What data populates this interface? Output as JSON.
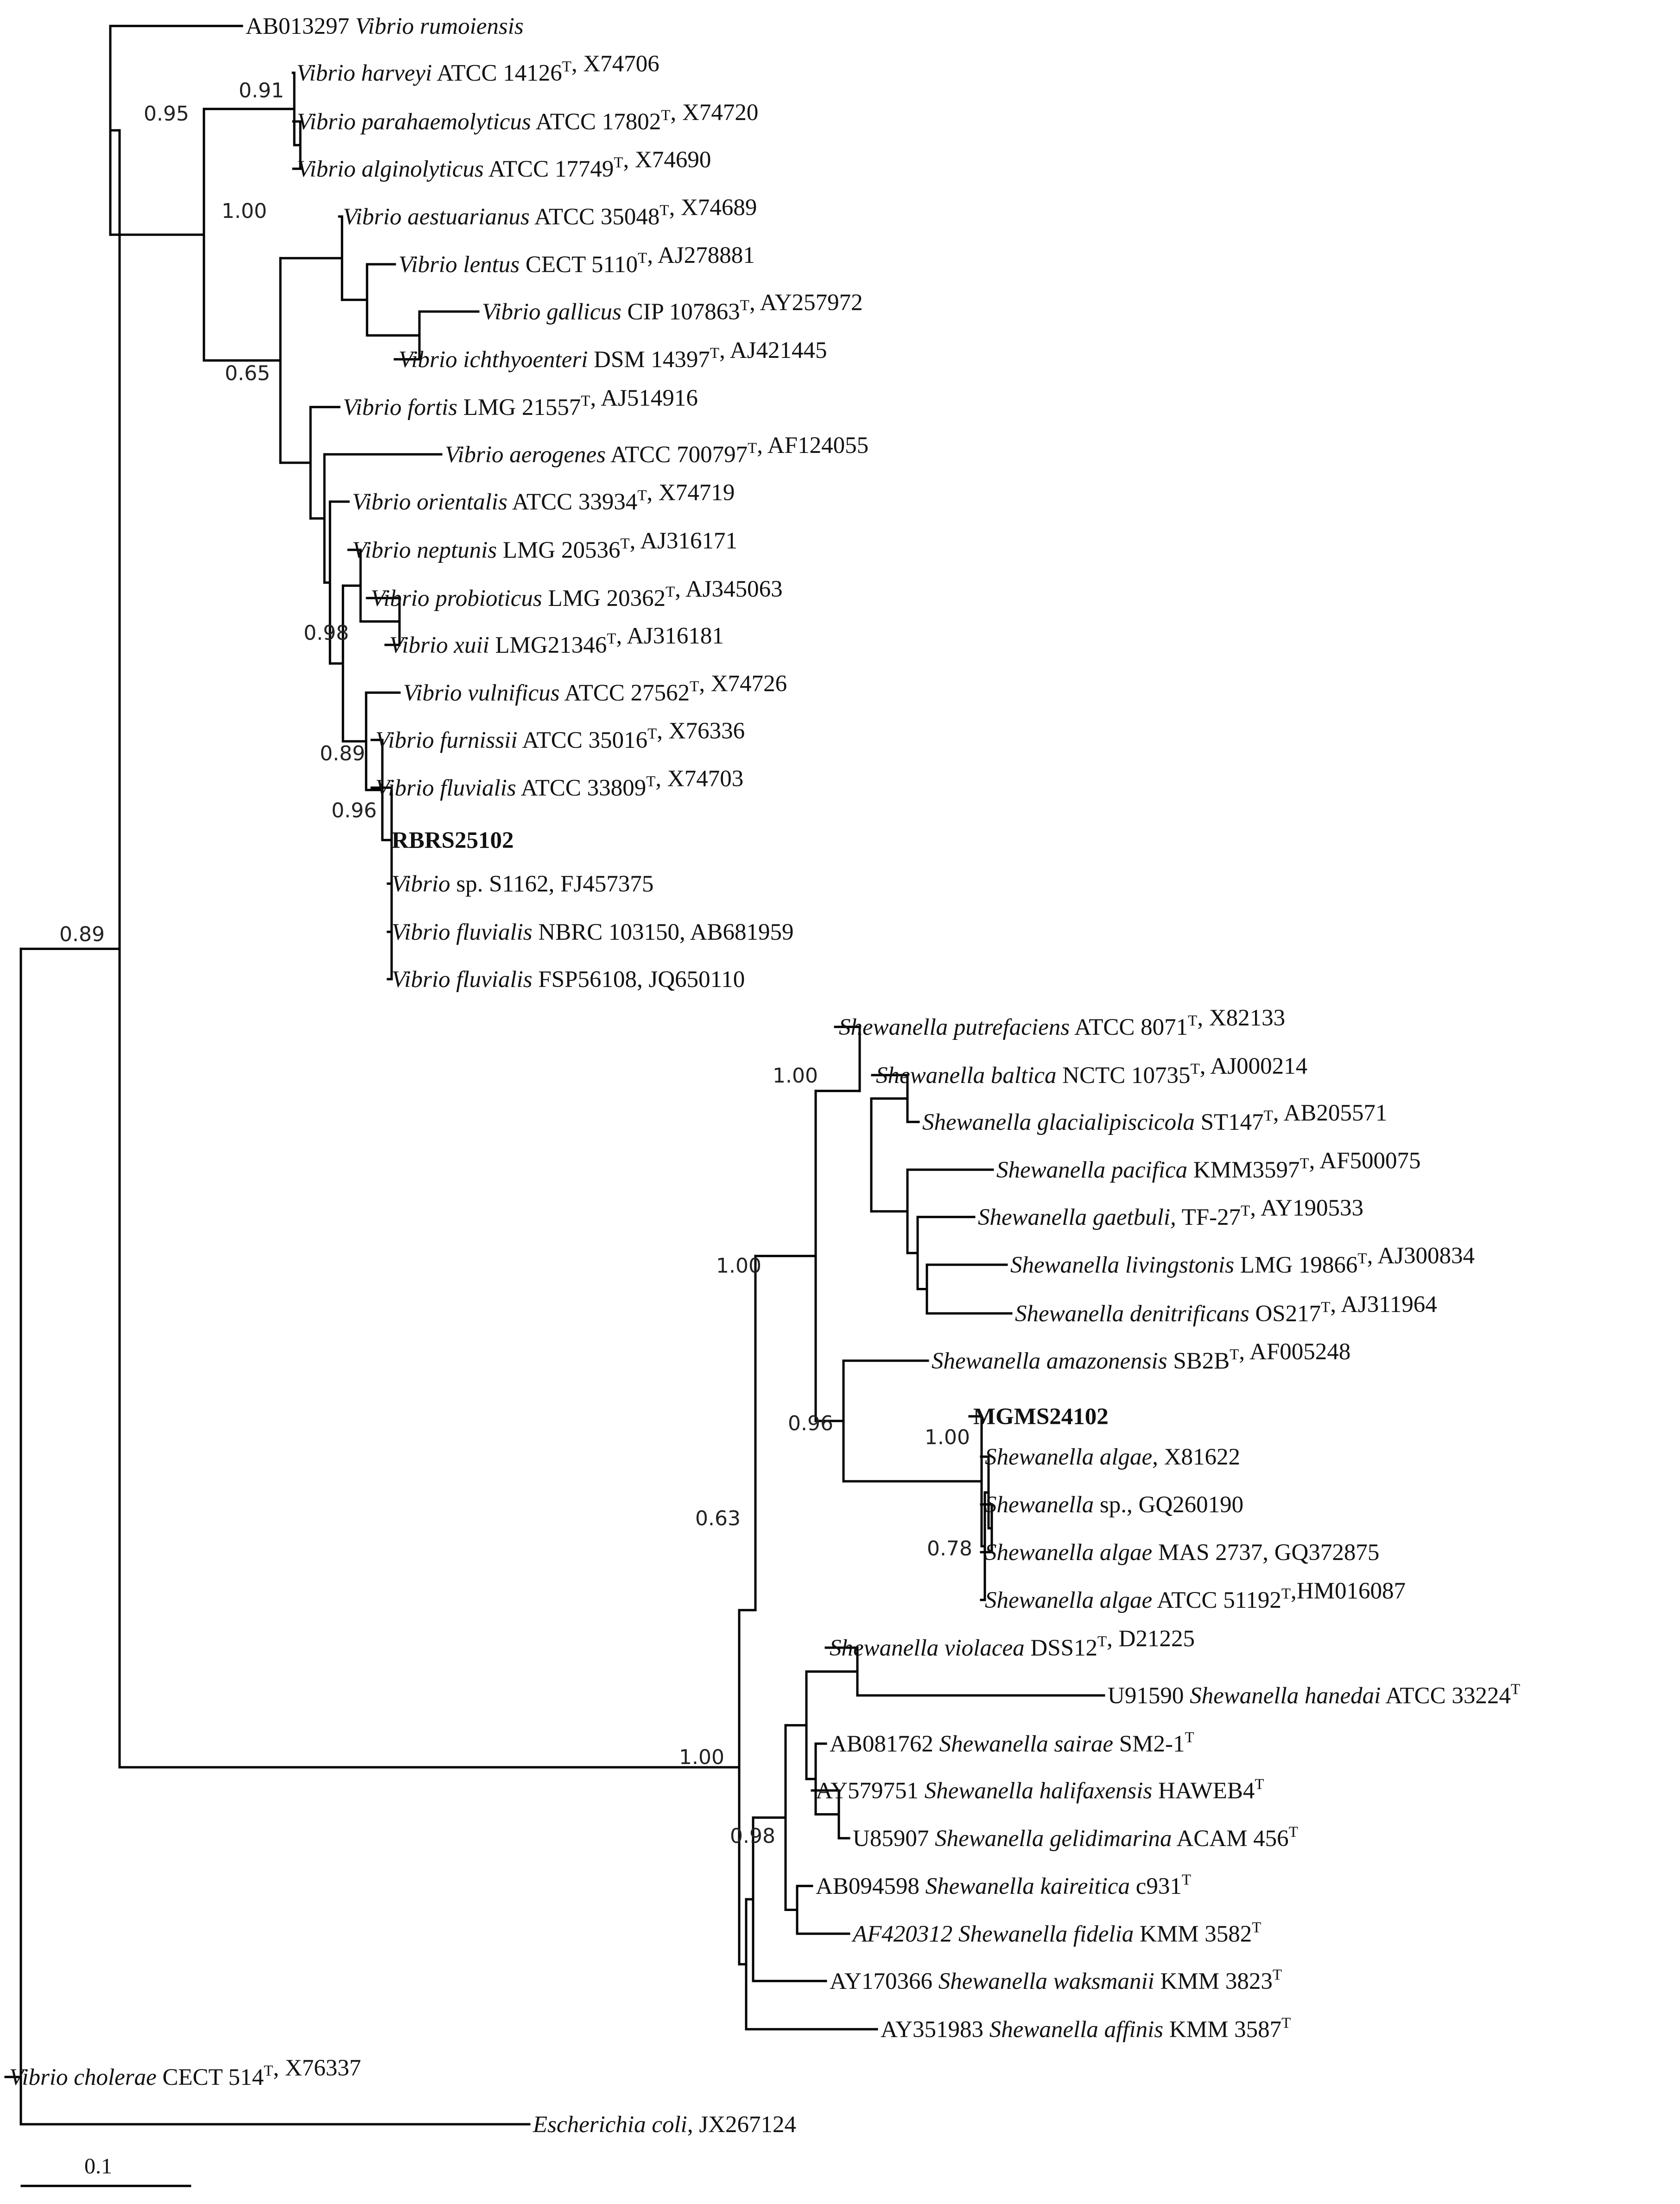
{
  "scale_bar": {
    "label": "0.1"
  },
  "tree": {
    "support": {
      "vibrio": "0.95",
      "harveyi_para": "0.91",
      "core": "1.00",
      "sub": "0.65",
      "prob": "0.98",
      "vuln": "0.89",
      "flu": "0.96",
      "root": "0.89",
      "shew": "1.00",
      "shewA": "0.63",
      "shewB": "1.00",
      "putref": "1.00",
      "amaz": "0.96",
      "algae": "1.00",
      "algaeSp": "0.78",
      "lower": "0.98"
    }
  },
  "leaves": [
    {
      "parts": [
        {
          "t": "AB013297 "
        },
        {
          "t": "Vibrio rumoiensis",
          "i": true
        }
      ]
    },
    {
      "parts": [
        {
          "t": "Vibrio harveyi",
          "i": true
        },
        {
          "t": " ATCC 14126"
        },
        {
          "t": "T",
          "s": true
        },
        {
          "t": ", X74706"
        }
      ]
    },
    {
      "parts": [
        {
          "t": "Vibrio parahaemolyticus",
          "i": true
        },
        {
          "t": " ATCC 17802"
        },
        {
          "t": "T",
          "s": true
        },
        {
          "t": ", X74720"
        }
      ]
    },
    {
      "parts": [
        {
          "t": "Vibrio alginolyticus",
          "i": true
        },
        {
          "t": " ATCC 17749"
        },
        {
          "t": "T",
          "s": true
        },
        {
          "t": ", X74690"
        }
      ]
    },
    {
      "parts": [
        {
          "t": "Vibrio aestuarianus",
          "i": true
        },
        {
          "t": " ATCC 35048"
        },
        {
          "t": "T",
          "s": true
        },
        {
          "t": ", X74689"
        }
      ]
    },
    {
      "parts": [
        {
          "t": "Vibrio lentus",
          "i": true
        },
        {
          "t": " CECT 5110"
        },
        {
          "t": "T",
          "s": true
        },
        {
          "t": ", AJ278881"
        }
      ]
    },
    {
      "parts": [
        {
          "t": "Vibrio gallicus",
          "i": true
        },
        {
          "t": " CIP 107863"
        },
        {
          "t": "T",
          "s": true
        },
        {
          "t": ", AY257972"
        }
      ]
    },
    {
      "parts": [
        {
          "t": "Vibrio ichthyoenteri",
          "i": true
        },
        {
          "t": " DSM 14397"
        },
        {
          "t": "T",
          "s": true
        },
        {
          "t": ", AJ421445"
        }
      ]
    },
    {
      "parts": [
        {
          "t": "Vibrio fortis",
          "i": true
        },
        {
          "t": " LMG 21557"
        },
        {
          "t": "T",
          "s": true
        },
        {
          "t": ", AJ514916"
        }
      ]
    },
    {
      "parts": [
        {
          "t": "Vibrio aerogenes",
          "i": true
        },
        {
          "t": " ATCC 700797"
        },
        {
          "t": "T",
          "s": true
        },
        {
          "t": ", AF124055"
        }
      ]
    },
    {
      "parts": [
        {
          "t": "Vibrio orientalis",
          "i": true
        },
        {
          "t": " ATCC 33934"
        },
        {
          "t": "T",
          "s": true
        },
        {
          "t": ", X74719"
        }
      ]
    },
    {
      "parts": [
        {
          "t": "Vibrio neptunis",
          "i": true
        },
        {
          "t": " LMG 20536"
        },
        {
          "t": "T",
          "s": true
        },
        {
          "t": ", AJ316171"
        }
      ]
    },
    {
      "parts": [
        {
          "t": "Vibrio probioticus",
          "i": true
        },
        {
          "t": " LMG 20362"
        },
        {
          "t": "T",
          "s": true
        },
        {
          "t": ", AJ345063"
        }
      ]
    },
    {
      "parts": [
        {
          "t": "Vibrio xuii",
          "i": true
        },
        {
          "t": " LMG21346"
        },
        {
          "t": "T",
          "s": true
        },
        {
          "t": ", AJ316181"
        }
      ]
    },
    {
      "parts": [
        {
          "t": "Vibrio vulnificus",
          "i": true
        },
        {
          "t": " ATCC 27562"
        },
        {
          "t": "T",
          "s": true
        },
        {
          "t": ", X74726"
        }
      ]
    },
    {
      "parts": [
        {
          "t": "Vibrio furnissii",
          "i": true
        },
        {
          "t": " ATCC 35016"
        },
        {
          "t": "T",
          "s": true
        },
        {
          "t": ", X76336"
        }
      ]
    },
    {
      "parts": [
        {
          "t": "Vibrio fluvialis",
          "i": true
        },
        {
          "t": " ATCC 33809"
        },
        {
          "t": "T",
          "s": true
        },
        {
          "t": ", X74703"
        }
      ]
    },
    {
      "bold": true,
      "parts": [
        {
          "t": "RBRS25102"
        }
      ]
    },
    {
      "parts": [
        {
          "t": "Vibrio",
          "i": true
        },
        {
          "t": " sp. S1162, FJ457375"
        }
      ]
    },
    {
      "parts": [
        {
          "t": "Vibrio fluvialis",
          "i": true
        },
        {
          "t": " NBRC 103150, AB681959"
        }
      ]
    },
    {
      "parts": [
        {
          "t": "Vibrio fluvialis",
          "i": true
        },
        {
          "t": " FSP56108, JQ650110"
        }
      ]
    },
    {
      "parts": [
        {
          "t": "Shewanella putrefaciens",
          "i": true
        },
        {
          "t": " ATCC 8071"
        },
        {
          "t": "T",
          "s": true
        },
        {
          "t": ", X82133"
        }
      ]
    },
    {
      "parts": [
        {
          "t": "Shewanella baltica",
          "i": true
        },
        {
          "t": " NCTC 10735"
        },
        {
          "t": "T",
          "s": true
        },
        {
          "t": ", AJ000214"
        }
      ]
    },
    {
      "parts": [
        {
          "t": "Shewanella glacialipiscicola",
          "i": true
        },
        {
          "t": " ST147"
        },
        {
          "t": "T",
          "s": true
        },
        {
          "t": ", AB205571"
        }
      ]
    },
    {
      "parts": [
        {
          "t": "Shewanella pacifica",
          "i": true
        },
        {
          "t": " KMM3597"
        },
        {
          "t": "T",
          "s": true
        },
        {
          "t": ", AF500075"
        }
      ]
    },
    {
      "parts": [
        {
          "t": "Shewanella gaetbuli,",
          "i": true
        },
        {
          "t": " TF-27"
        },
        {
          "t": "T",
          "s": true
        },
        {
          "t": ", AY190533"
        }
      ]
    },
    {
      "parts": [
        {
          "t": "Shewanella livingstonis",
          "i": true
        },
        {
          "t": " LMG 19866"
        },
        {
          "t": "T",
          "s": true
        },
        {
          "t": ", AJ300834"
        }
      ]
    },
    {
      "parts": [
        {
          "t": "Shewanella denitrificans",
          "i": true
        },
        {
          "t": " OS217"
        },
        {
          "t": "T",
          "s": true
        },
        {
          "t": ", AJ311964"
        }
      ]
    },
    {
      "parts": [
        {
          "t": "Shewanella amazonensis",
          "i": true
        },
        {
          "t": " SB2B"
        },
        {
          "t": "T",
          "s": true
        },
        {
          "t": ", AF005248"
        }
      ]
    },
    {
      "bold": true,
      "parts": [
        {
          "t": "MGMS24102"
        }
      ]
    },
    {
      "parts": [
        {
          "t": "Shewanella algae,",
          "i": true
        },
        {
          "t": " X81622"
        }
      ]
    },
    {
      "parts": [
        {
          "t": "Shewanella",
          "i": true
        },
        {
          "t": " sp., GQ260190"
        }
      ]
    },
    {
      "parts": [
        {
          "t": "Shewanella algae",
          "i": true
        },
        {
          "t": " MAS 2737, GQ372875"
        }
      ]
    },
    {
      "parts": [
        {
          "t": "Shewanella algae",
          "i": true
        },
        {
          "t": " ATCC 51192"
        },
        {
          "t": "T",
          "s": true
        },
        {
          "t": ",HM016087"
        }
      ]
    },
    {
      "parts": [
        {
          "t": "Shewanella violacea",
          "i": true
        },
        {
          "t": " DSS12"
        },
        {
          "t": "T",
          "s": true
        },
        {
          "t": ", D21225"
        }
      ]
    },
    {
      "parts": [
        {
          "t": "U91590 "
        },
        {
          "t": "Shewanella hanedai",
          "i": true
        },
        {
          "t": " ATCC 33224"
        },
        {
          "t": "T",
          "s": true
        }
      ]
    },
    {
      "parts": [
        {
          "t": "AB081762 "
        },
        {
          "t": "Shewanella sairae",
          "i": true
        },
        {
          "t": " SM2-1"
        },
        {
          "t": "T",
          "s": true
        }
      ]
    },
    {
      "parts": [
        {
          "t": "AY579751 "
        },
        {
          "t": "Shewanella halifaxensis",
          "i": true
        },
        {
          "t": " HAWEB4"
        },
        {
          "t": "T",
          "s": true
        }
      ]
    },
    {
      "parts": [
        {
          "t": "U85907 "
        },
        {
          "t": "Shewanella gelidimarina",
          "i": true
        },
        {
          "t": " ACAM 456"
        },
        {
          "t": "T",
          "s": true
        }
      ]
    },
    {
      "parts": [
        {
          "t": "AB094598 "
        },
        {
          "t": "Shewanella kaireitica",
          "i": true
        },
        {
          "t": " c931"
        },
        {
          "t": "T",
          "s": true
        }
      ]
    },
    {
      "parts": [
        {
          "t": "AF420312 Shewanella fidelia",
          "i": true
        },
        {
          "t": " KMM 3582"
        },
        {
          "t": "T",
          "s": true
        }
      ]
    },
    {
      "parts": [
        {
          "t": "AY170366 "
        },
        {
          "t": "Shewanella waksmanii",
          "i": true
        },
        {
          "t": " KMM 3823"
        },
        {
          "t": "T",
          "s": true
        }
      ]
    },
    {
      "parts": [
        {
          "t": "AY351983 "
        },
        {
          "t": "Shewanella affinis",
          "i": true
        },
        {
          "t": " KMM 3587"
        },
        {
          "t": "T",
          "s": true
        }
      ]
    },
    {
      "parts": [
        {
          "t": "Vibrio cholerae",
          "i": true
        },
        {
          "t": " CECT 514"
        },
        {
          "t": "T",
          "s": true
        },
        {
          "t": ", X76337"
        }
      ]
    },
    {
      "parts": [
        {
          "t": "Escherichia coli",
          "i": true
        },
        {
          "t": ", JX267124"
        }
      ]
    }
  ]
}
